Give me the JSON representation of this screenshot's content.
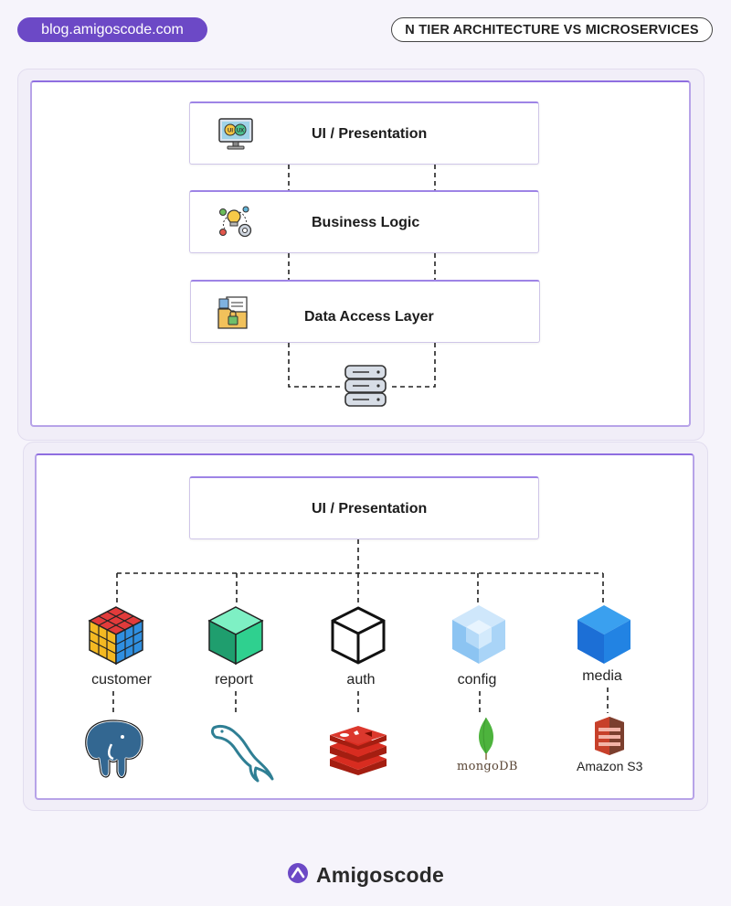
{
  "header": {
    "site": "blog.amigoscode.com",
    "title": "N TIER ARCHITECTURE VS MICROSERVICES"
  },
  "ntier": {
    "layers": [
      {
        "label": "UI / Presentation",
        "icon": "ui-ux-monitor-icon"
      },
      {
        "label": "Business Logic",
        "icon": "business-logic-icon"
      },
      {
        "label": "Data Access Layer",
        "icon": "data-folder-lock-icon"
      }
    ],
    "database_icon": "database-icon"
  },
  "microservices": {
    "gateway": "UI / Presentation",
    "services": [
      {
        "name": "customer",
        "icon": "rubik-cube-icon",
        "db": "postgresql-elephant-icon",
        "db_label": ""
      },
      {
        "name": "report",
        "icon": "green-cube-icon",
        "db": "mysql-dolphin-icon",
        "db_label": ""
      },
      {
        "name": "auth",
        "icon": "outline-cube-icon",
        "db": "redis-icon",
        "db_label": ""
      },
      {
        "name": "config",
        "icon": "light-blue-cube-icon",
        "db": "mongodb-leaf-icon",
        "db_label": "mongoDB"
      },
      {
        "name": "media",
        "icon": "blue-cube-icon",
        "db": "amazon-s3-icon",
        "db_label": "Amazon S3"
      }
    ]
  },
  "footer": {
    "brand": "Amigoscode"
  },
  "colors": {
    "brand_purple": "#6c49c6",
    "panel_border": "#8f6ee0",
    "postgres_blue": "#336791",
    "mysql_teal": "#2f7f94",
    "redis_red": "#d82c20",
    "mongo_green": "#4db33d",
    "s3_red": "#c7402a"
  }
}
